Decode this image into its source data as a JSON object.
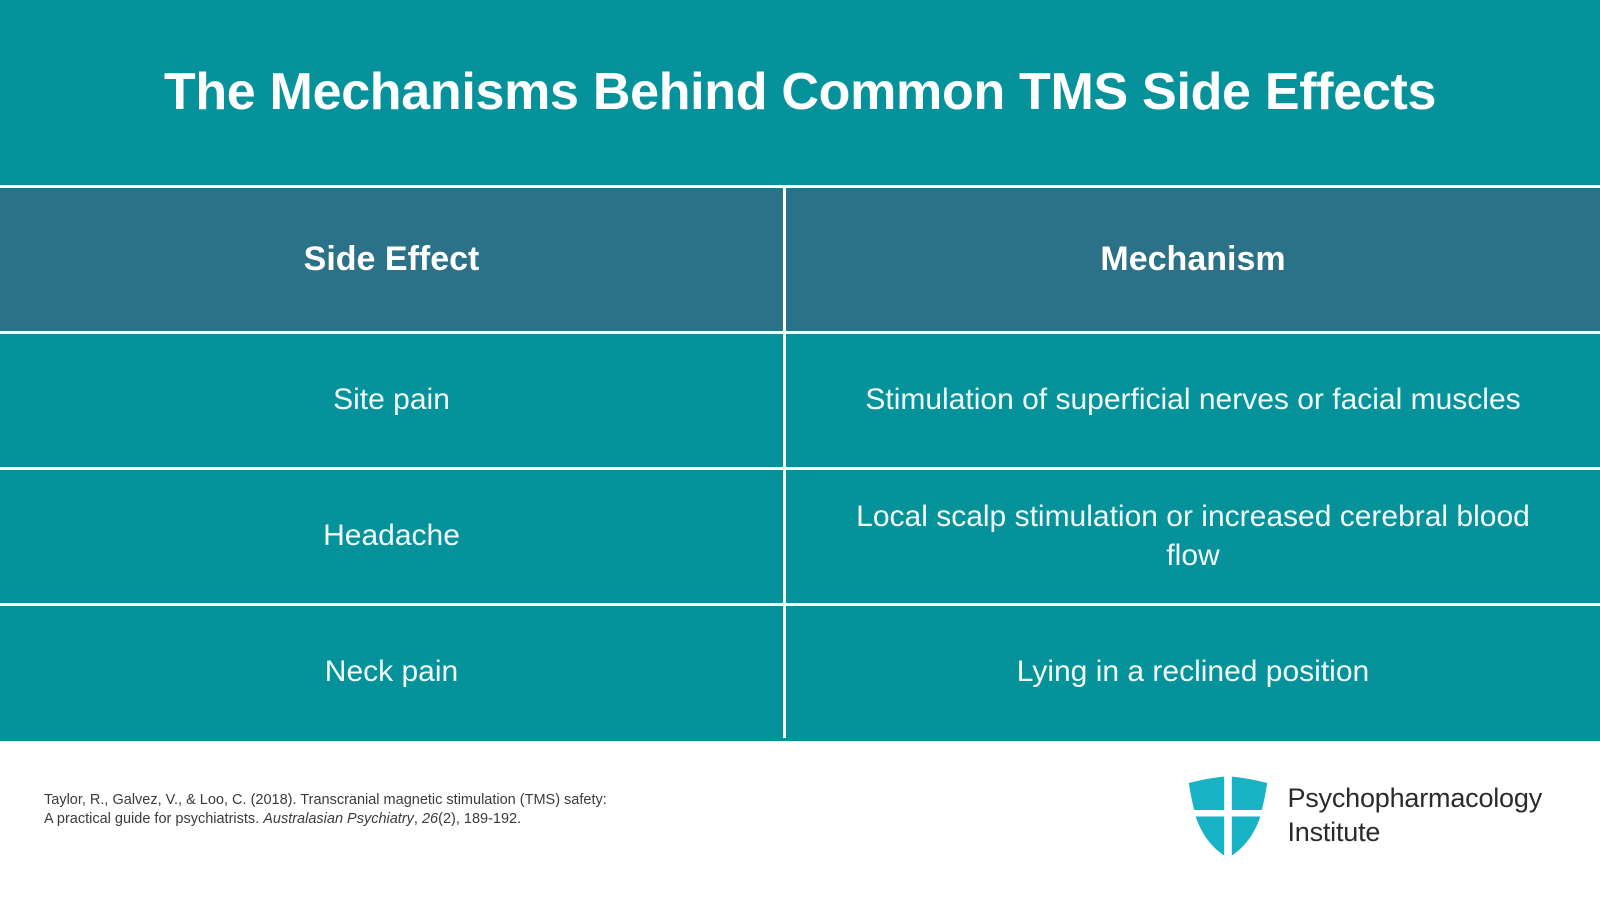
{
  "slide": {
    "title": "The Mechanisms Behind Common TMS Side Effects",
    "colors": {
      "banner_teal": "#06929a",
      "header_row_teal": "#2b7187",
      "body_row_teal": "#06929a",
      "grid_line": "#ffffff",
      "footer_background": "#ffffff",
      "logo_cyan": "#17b2c4",
      "citation_text": "#3b3b3b"
    }
  },
  "table": {
    "columns": [
      "Side Effect",
      "Mechanism"
    ],
    "rows": [
      {
        "side_effect": "Site pain",
        "mechanism": "Stimulation of superficial nerves or facial muscles"
      },
      {
        "side_effect": "Headache",
        "mechanism": "Local scalp stimulation or increased cerebral blood flow"
      },
      {
        "side_effect": "Neck pain",
        "mechanism": "Lying in a reclined position"
      }
    ]
  },
  "footer": {
    "citation": {
      "line1": "Taylor, R., Galvez, V., & Loo, C. (2018). Transcranial magnetic stimulation (TMS) safety:",
      "line2_prefix": "A practical guide for psychiatrists. ",
      "line2_journal": "Australasian Psychiatry",
      "line2_mid": ", ",
      "line2_volume": "26",
      "line2_suffix": "(2), 189-192."
    },
    "logo": {
      "icon": "shield-quadrant-icon",
      "name_line1": "Psychopharmacology",
      "name_line2": "Institute"
    }
  }
}
